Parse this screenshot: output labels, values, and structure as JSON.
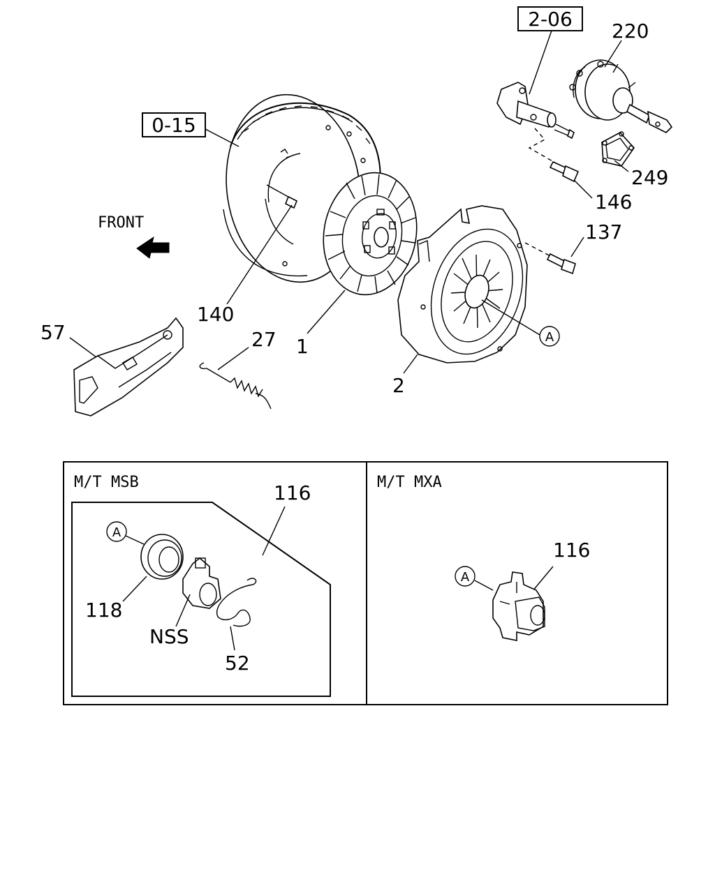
{
  "references": {
    "ref_0_15": "0-15",
    "ref_2_06": "2-06"
  },
  "front_label": "FRONT",
  "callouts": {
    "p220": "220",
    "p249": "249",
    "p146": "146",
    "p137": "137",
    "p140": "140",
    "p27": "27",
    "p1": "1",
    "p2": "2",
    "p57": "57",
    "markerA": "A"
  },
  "panels": {
    "msb": {
      "title": "M/T MSB",
      "p116": "116",
      "p118": "118",
      "nss": "NSS",
      "p52": "52",
      "markerA": "A"
    },
    "mxa": {
      "title": "M/T MXA",
      "p116": "116",
      "markerA": "A"
    }
  }
}
